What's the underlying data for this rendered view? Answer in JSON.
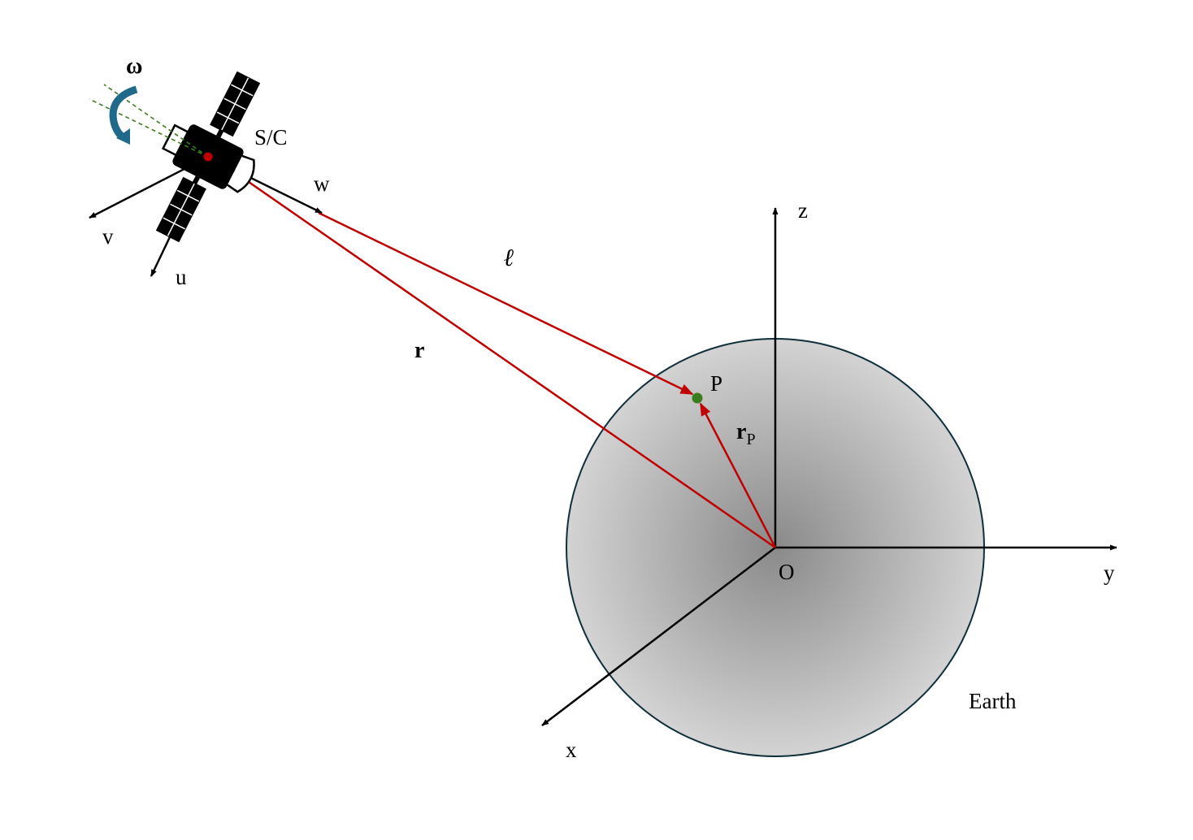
{
  "diagram": {
    "labels": {
      "omega": "ω",
      "spacecraft": "S/C",
      "w_axis": "w",
      "v_axis": "v",
      "u_axis": "u",
      "ell_vector": "ℓ",
      "r_vector": "r",
      "z_axis": "z",
      "y_axis": "y",
      "x_axis": "x",
      "point": "P",
      "rp_vector": "r",
      "rp_subscript": "P",
      "origin": "O",
      "earth": "Earth"
    },
    "colors": {
      "vector_red": "#c00000",
      "axis_black": "#000000",
      "point_green": "#3a7d1e",
      "omega_arrow": "#1f6a8a",
      "earth_fill_center": "#8a8a8a",
      "earth_fill_edge": "#d2d2d2",
      "earth_outline": "#0f2f3a",
      "spin_axis_dashed": "#3a7d1e"
    }
  }
}
